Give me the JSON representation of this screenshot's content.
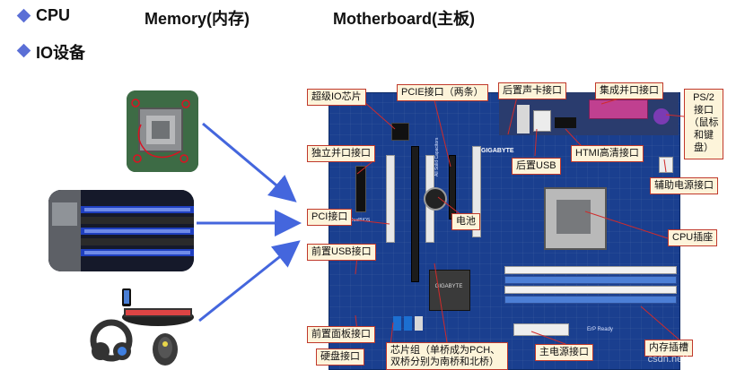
{
  "headings": {
    "cpu": "CPU",
    "memory": "Memory(内存)",
    "motherboard": "Motherboard(主板)",
    "io": "IO设备"
  },
  "labels": {
    "super_io": "超级IO芯片",
    "pcie": "PCIE接口（两条）",
    "rear_audio": "后置声卡接口",
    "parallel_integrated": "集成并口接口",
    "ps2": "PS/2接口（鼠标和键盘）",
    "standalone_parallel": "独立并口接口",
    "rear_usb": "后置USB",
    "hdmi": "HTMI高清接口",
    "aux_power": "辅助电源接口",
    "pci": "PCI接口",
    "battery": "电池",
    "cpu_socket": "CPU插座",
    "front_usb": "前置USB接口",
    "front_panel": "前置面板接口",
    "hdd": "硬盘接口",
    "chipset": "芯片组（单桥成为PCH、双桥分别为南桥和北桥）",
    "main_power": "主电源接口",
    "memory_slot": "内存插槽"
  },
  "board_text": {
    "brand": "GIGABYTE",
    "chip_brand": "GIGABYTE",
    "series": "All Solid Capacitors",
    "dual_bios": "DualBIOS",
    "erp": "ErP Ready"
  },
  "watermark": "csdn.net/qq_...Hua",
  "colors": {
    "bullet": "#5b6fd6",
    "arrow": "#4466dd",
    "board": "#1a3f8f",
    "callout_bg": "#fdf4da",
    "callout_border": "#c0392b"
  }
}
